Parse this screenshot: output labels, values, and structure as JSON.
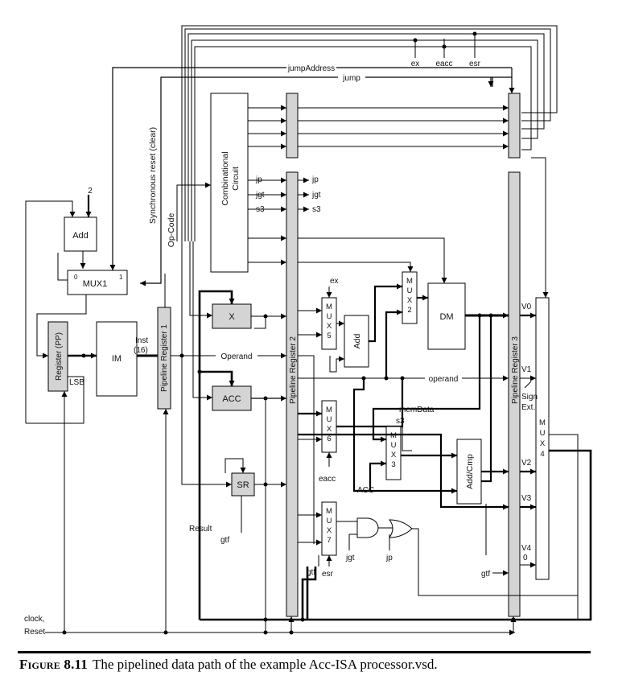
{
  "labels": {
    "two": "2",
    "add_top": "Add",
    "mux1": "MUX1",
    "mux1_in0": "0",
    "mux1_in1": "1",
    "reg_pp": "Register (PP)",
    "lsb": "LSB",
    "im": "IM",
    "inst": "Inst",
    "inst_width": "(16)",
    "pipe1": "Pipeline Register 1",
    "pipe2": "Pipeline Register 2",
    "pipe3": "Pipeline Register 3",
    "sync_reset": "Synchronous reset (clear)",
    "opcode": "Op-Code",
    "comb": "Combinational",
    "comb2": "Circuit",
    "jp": "jp",
    "jgt": "jgt",
    "s3": "s3",
    "x_reg": "X",
    "acc_reg": "ACC",
    "sr_reg": "SR",
    "operand": "Operand",
    "operand2": "operand",
    "ex": "ex",
    "eacc": "eacc",
    "esr": "esr",
    "mux5": [
      "M",
      "U",
      "X",
      "5"
    ],
    "mux6": [
      "M",
      "U",
      "X",
      "6"
    ],
    "mux7": [
      "M",
      "U",
      "X",
      "7"
    ],
    "mux2": [
      "M",
      "U",
      "X",
      "2"
    ],
    "mux3": [
      "M",
      "U",
      "X",
      "3"
    ],
    "mux4": [
      "M",
      "U",
      "X",
      "4"
    ],
    "add_mid": "Add",
    "dm": "DM",
    "addcmp": "Add/Cmp",
    "memdata": "memData",
    "acc_wire": "ACC",
    "jump_address": "jumpAddress",
    "jump": "jump",
    "v0": "V0",
    "v1": "V1",
    "v2": "V2",
    "v3": "V3",
    "v4": "V4",
    "zero": "0",
    "sign": "Sign",
    "ext": "Ext.",
    "result": "Result",
    "gtf": "gtf",
    "clock": "clock,",
    "reset": "Reset"
  },
  "caption": {
    "lead": "Figure 8.11",
    "text": "The pipelined data path of the example Acc-ISA processor.vsd."
  }
}
